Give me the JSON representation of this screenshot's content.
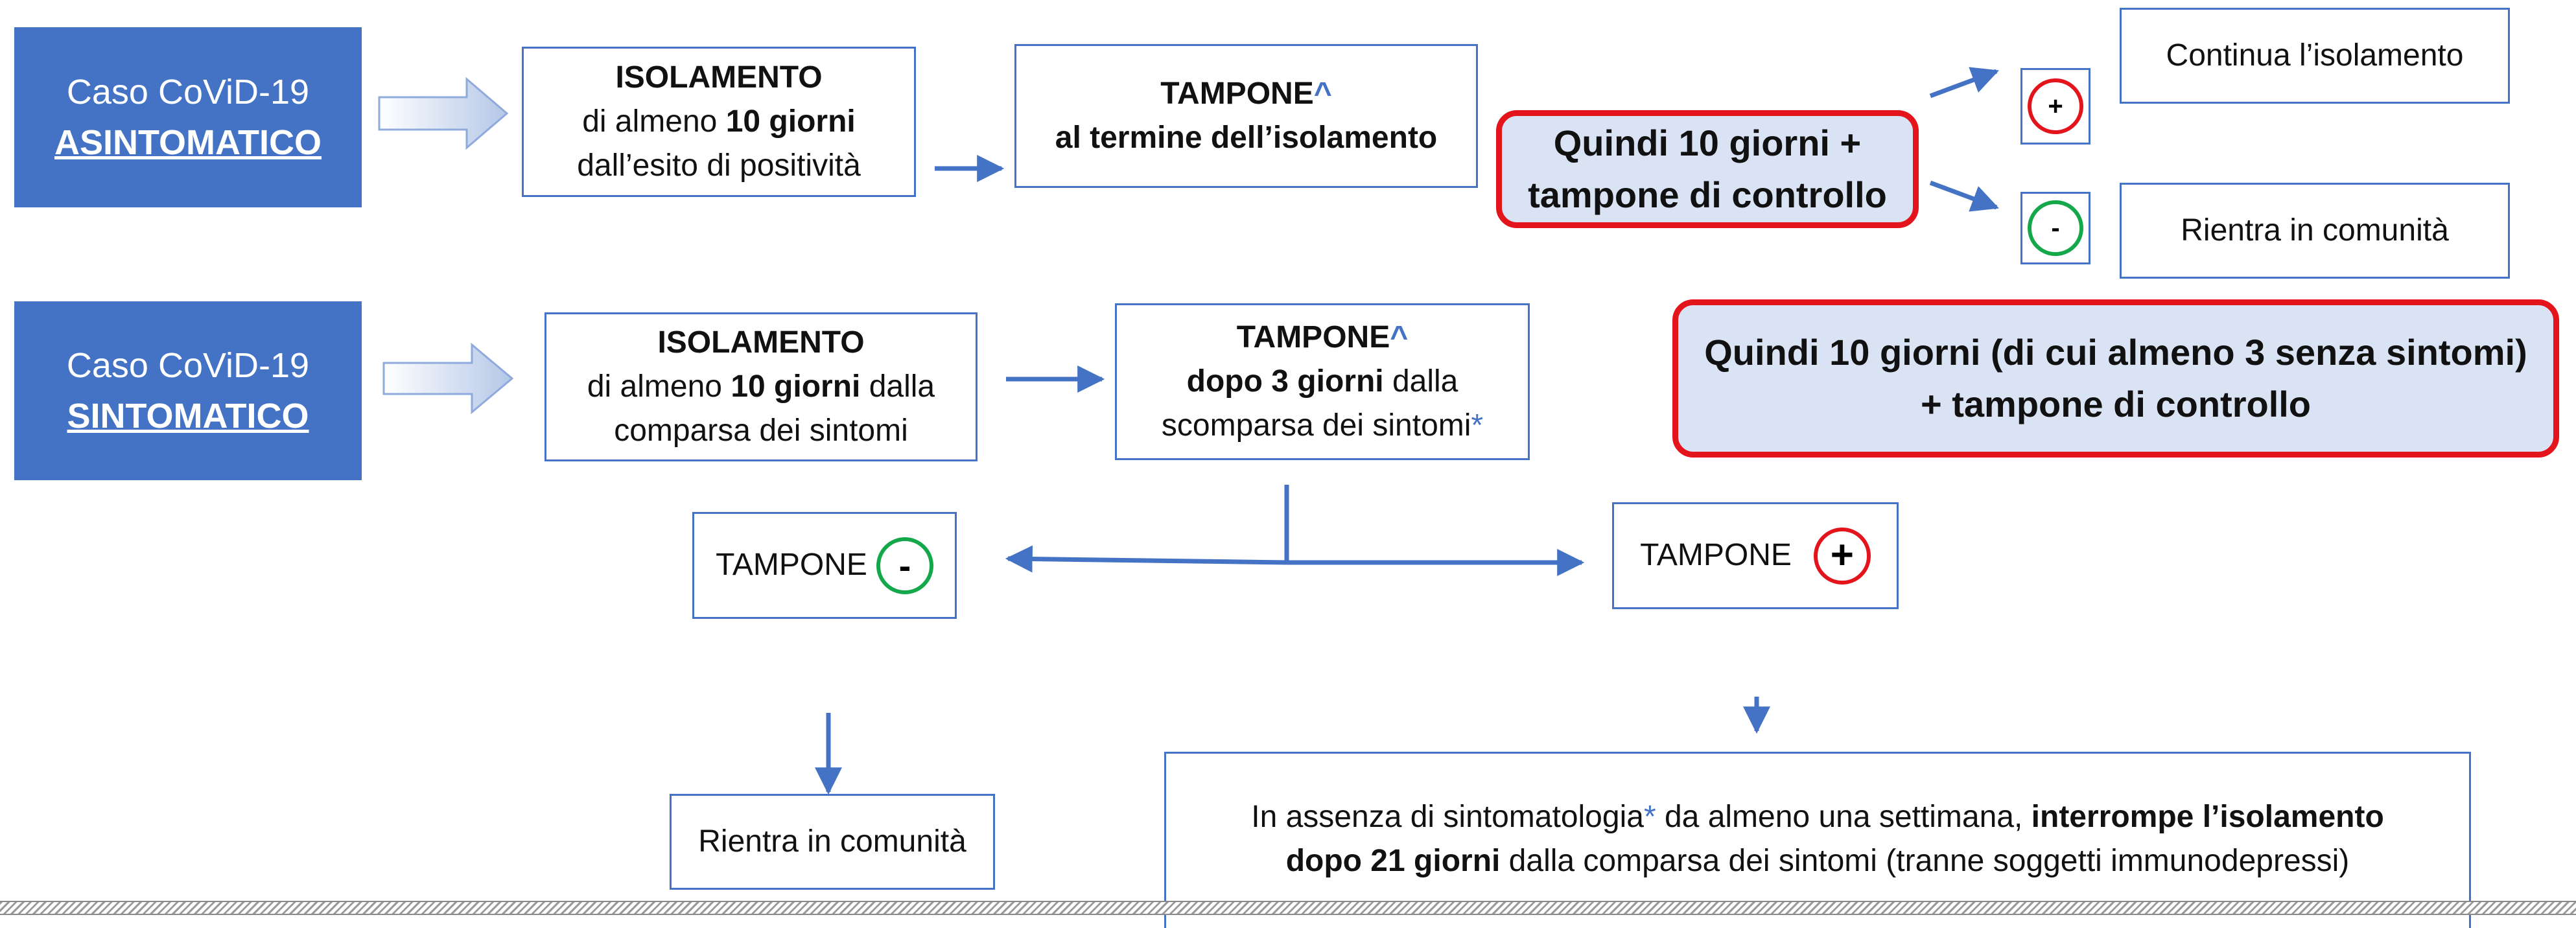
{
  "asymptomatic": {
    "case_line1": "Caso CoViD-19",
    "case_line2": "ASINTOMATICO",
    "isolation_title": "ISOLAMENTO",
    "isolation_pre": "di almeno ",
    "isolation_bold": "10 giorni",
    "isolation_line3": "dall’esito di positività",
    "swab_title": "TAMPONE",
    "swab_mark": "^",
    "swab_line2": "al termine dell’isolamento",
    "summary_line1": "Quindi 10 giorni +",
    "summary_line2": "tampone di controllo",
    "positive_sign": "+",
    "negative_sign": "-",
    "positive_result": "Continua l’isolamento",
    "negative_result": "Rientra in comunità"
  },
  "symptomatic": {
    "case_line1": "Caso CoViD-19",
    "case_line2": "SINTOMATICO",
    "isolation_title": "ISOLAMENTO",
    "isolation_pre": "di almeno ",
    "isolation_bold": "10 giorni",
    "isolation_post": " dalla",
    "isolation_line3": "comparsa dei sintomi",
    "swab_title": "TAMPONE",
    "swab_mark": "^",
    "swab_bold": "dopo 3 giorni",
    "swab_post": " dalla",
    "swab_line3": "scomparsa dei sintomi",
    "swab_asterisk": "*",
    "summary_line1": "Quindi 10 giorni (di cui almeno 3 senza sintomi)",
    "summary_line2": "+ tampone di controllo",
    "neg_swab_label": "TAMPONE",
    "neg_sign": "-",
    "pos_swab_label": "TAMPONE",
    "pos_sign": "+",
    "neg_result": "Rientra in comunità",
    "pos_result_pre": "In assenza di sintomatologia",
    "pos_result_asterisk": "*",
    "pos_result_mid": " da almeno una settimana, ",
    "pos_result_bold1": "interrompe l’isolamento",
    "pos_result_bold2": "dopo 21 giorni",
    "pos_result_post": " dalla comparsa dei sintomi (tranne soggetti  immunodepressi)"
  },
  "colors": {
    "accent_blue": "#4472c4",
    "highlight_red": "#e3141b",
    "negative_green": "#14a84a",
    "note_fill": "#dae3f3"
  }
}
